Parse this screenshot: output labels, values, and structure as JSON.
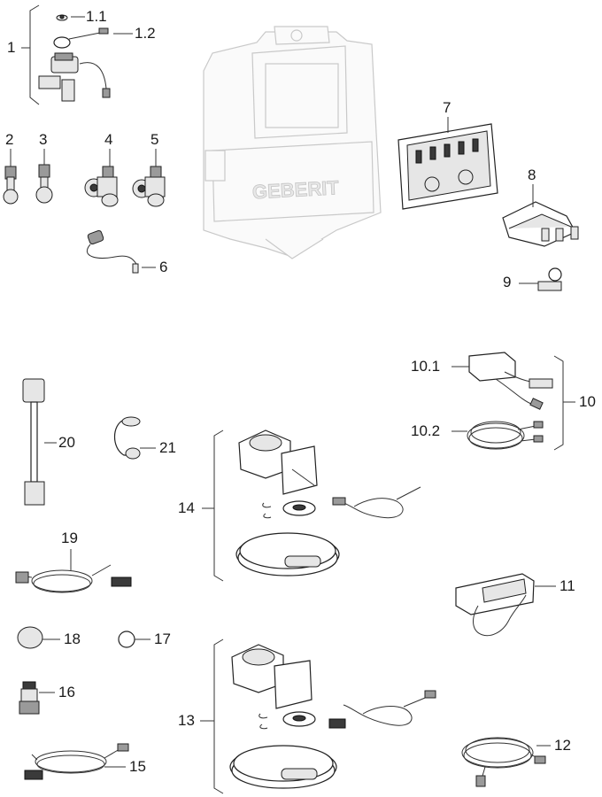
{
  "labels": {
    "p1": "1",
    "p1_1": "1.1",
    "p1_2": "1.2",
    "p2": "2",
    "p3": "3",
    "p4": "4",
    "p5": "5",
    "p6": "6",
    "p7": "7",
    "p8": "8",
    "p9": "9",
    "p10": "10",
    "p10_1": "10.1",
    "p10_2": "10.2",
    "p11": "11",
    "p12": "12",
    "p13": "13",
    "p14": "14",
    "p15": "15",
    "p16": "16",
    "p17": "17",
    "p18": "18",
    "p19": "19",
    "p20": "20",
    "p21": "21"
  },
  "brand": "GEBERIT"
}
